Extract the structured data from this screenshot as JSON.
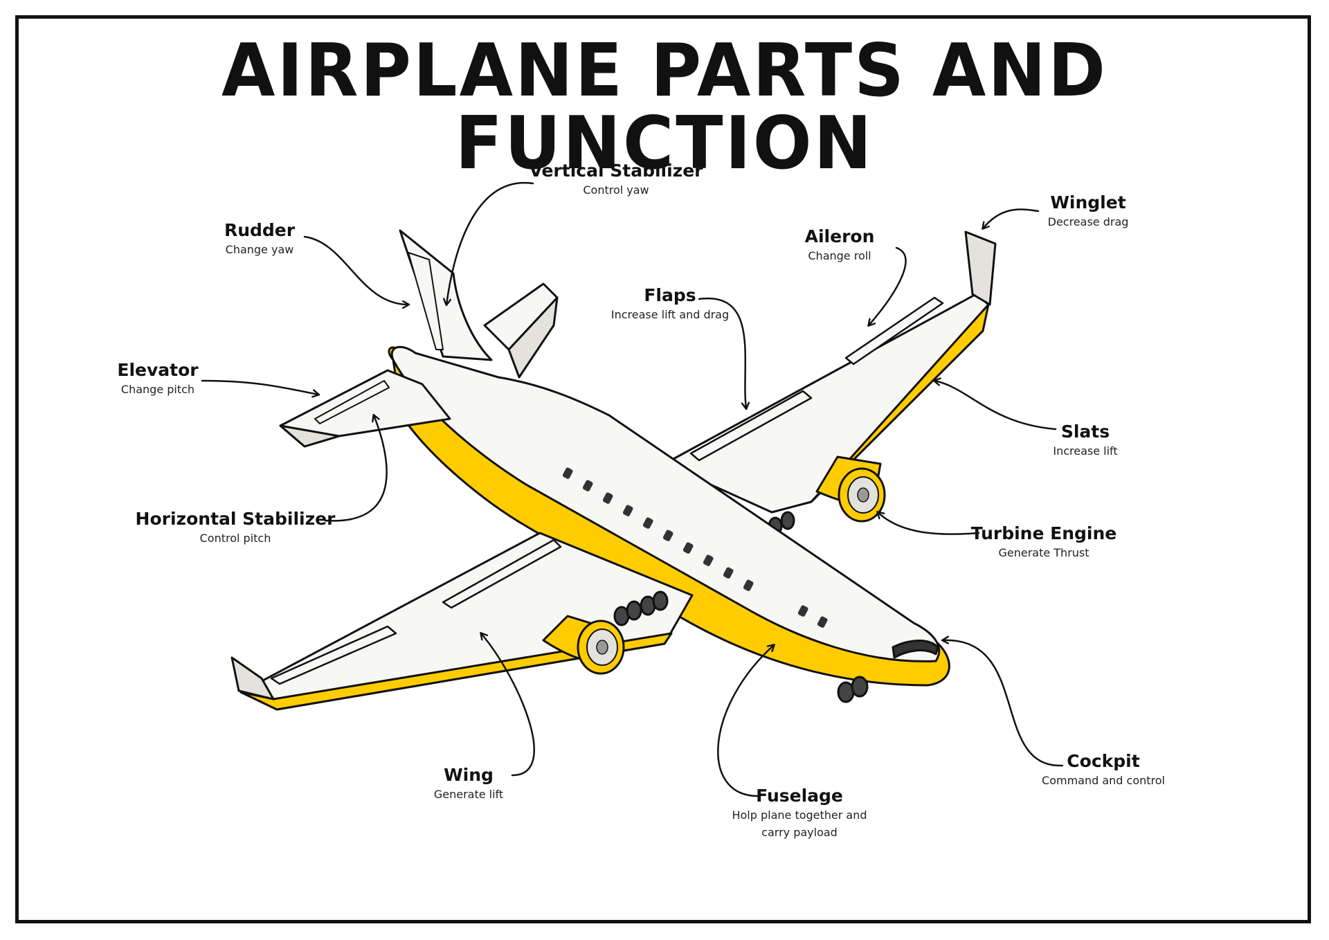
{
  "title": "AIRPLANE PARTS AND FUNCTION",
  "colors": {
    "accent": "#FFCC00",
    "outline": "#111111",
    "body": "#F7F7F5",
    "shade": "#E3E2DD"
  },
  "parts": {
    "vertical_stabilizer": {
      "name": "Vertical Stabilizer",
      "desc": "Control yaw"
    },
    "rudder": {
      "name": "Rudder",
      "desc": "Change yaw"
    },
    "winglet": {
      "name": "Winglet",
      "desc": "Decrease drag"
    },
    "aileron": {
      "name": "Aileron",
      "desc": "Change roll"
    },
    "flaps": {
      "name": "Flaps",
      "desc": "Increase lift and drag"
    },
    "elevator": {
      "name": "Elevator",
      "desc": "Change pitch"
    },
    "slats": {
      "name": "Slats",
      "desc": "Increase lift"
    },
    "horizontal_stabilizer": {
      "name": "Horizontal Stabilizer",
      "desc": "Control pitch"
    },
    "turbine_engine": {
      "name": "Turbine Engine",
      "desc": "Generate Thrust"
    },
    "wing": {
      "name": "Wing",
      "desc": "Generate lift"
    },
    "fuselage": {
      "name": "Fuselage",
      "desc_line1": "Holp plane together and",
      "desc_line2": "carry payload"
    },
    "cockpit": {
      "name": "Cockpit",
      "desc": "Command and control"
    }
  }
}
